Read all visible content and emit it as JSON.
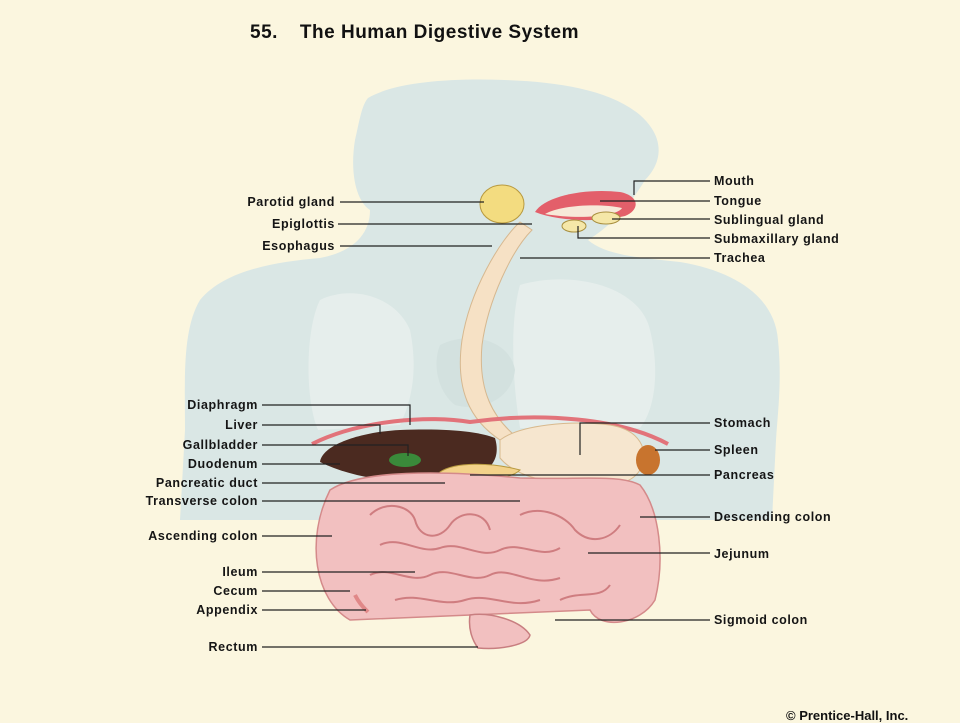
{
  "title": {
    "number": "55.",
    "text": "The Human Digestive System"
  },
  "labels_left": [
    "Parotid gland",
    "Epiglottis",
    "Esophagus",
    "Diaphragm",
    "Liver",
    "Gallbladder",
    "Duodenum",
    "Pancreatic duct",
    "Transverse colon",
    "Ascending colon",
    "Ileum",
    "Cecum",
    "Appendix",
    "Rectum"
  ],
  "labels_right": [
    "Mouth",
    "Tongue",
    "Sublingual gland",
    "Submaxillary gland",
    "Trachea",
    "Stomach",
    "Spleen",
    "Pancreas",
    "Descending colon",
    "Jejunum",
    "Sigmoid colon"
  ],
  "copyright": "© Prentice-Hall, Inc.",
  "colors": {
    "background": "#fbf6df",
    "silhouette": "#d9e6e4",
    "esophagus": "#f4dfc4",
    "intestine": "#f4c4c4",
    "liver": "#4a2a20",
    "gallbladder": "#3a8a3a"
  }
}
